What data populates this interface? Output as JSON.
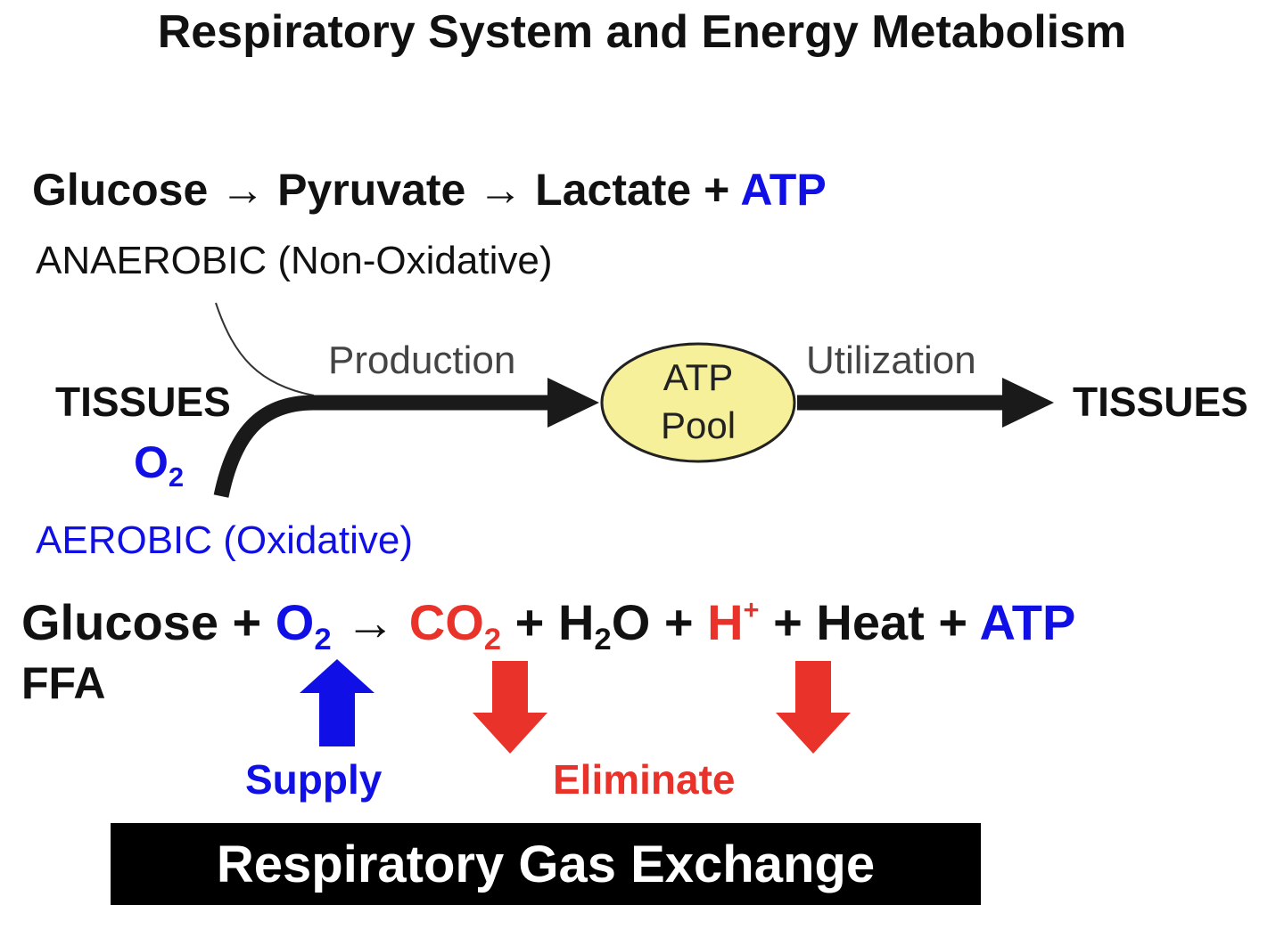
{
  "title": "Respiratory System and Energy Metabolism",
  "anaerobic_equation": {
    "glucose": "Glucose",
    "arrow1": "→",
    "pyruvate": "Pyruvate",
    "arrow2": "→",
    "lactate": "Lactate",
    "plus": "+",
    "atp": "ATP"
  },
  "anaerobic_label": "ANAEROBIC (Non-Oxidative)",
  "tissues_left": "TISSUES",
  "tissues_right": "TISSUES",
  "production_label": "Production",
  "utilization_label": "Utilization",
  "atp_pool": {
    "line1": "ATP",
    "line2": "Pool"
  },
  "oxygen_input": {
    "base": "O",
    "sub": "2"
  },
  "aerobic_label": "AEROBIC (Oxidative)",
  "aerobic_equation": {
    "glucose": "Glucose",
    "plus1": "+",
    "o2_base": "O",
    "o2_sub": "2",
    "arrow": "→",
    "co2_base": "CO",
    "co2_sub": "2",
    "plus2": "+",
    "h2o_h": "H",
    "h2o_sub": "2",
    "h2o_o": "O",
    "plus3": "+",
    "h_base": "H",
    "h_sup": "+",
    "plus4": "+",
    "heat": "Heat",
    "plus5": "+",
    "atp": "ATP"
  },
  "ffa": "FFA",
  "supply_label": "Supply",
  "eliminate_label": "Eliminate",
  "banner": "Respiratory Gas Exchange",
  "colors": {
    "blue": "#1010e6",
    "red": "#e8322a",
    "pool_fill": "#f6f09a",
    "arrow_black": "#1a1a1a"
  }
}
